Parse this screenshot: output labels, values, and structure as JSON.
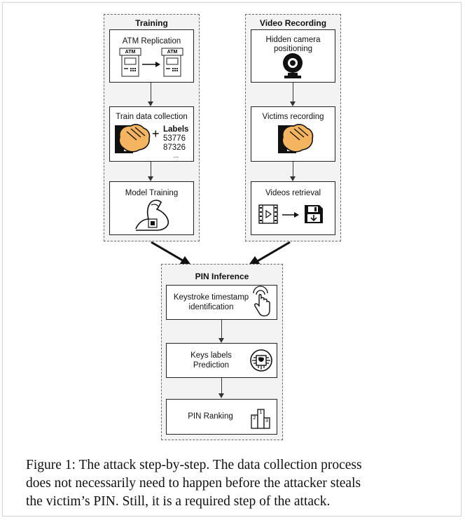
{
  "groups": {
    "training": {
      "title": "Training",
      "atm_replication": "ATM Replication",
      "atm_label_left": "ATM",
      "atm_label_right": "ATM",
      "train_data_collection": "Train data collection",
      "labels_heading": "Labels",
      "plus": "+",
      "label_values": [
        "53776",
        "87326",
        "..."
      ],
      "model_training": "Model Training"
    },
    "video_recording": {
      "title": "Video Recording",
      "hidden_camera_line1": "Hidden camera",
      "hidden_camera_line2": "positioning",
      "victims_recording": "Victims recording",
      "videos_retrieval": "Videos retrieval"
    },
    "pin_inference": {
      "title": "PIN Inference",
      "keystroke_line1": "Keystroke timestamp",
      "keystroke_line2": "identification",
      "keys_labels_line1": "Keys labels",
      "keys_labels_line2": "Prediction",
      "pin_ranking": "PIN Ranking",
      "podium_numbers": [
        "1",
        "2",
        "3"
      ]
    }
  },
  "caption": {
    "lines": [
      "Figure 1: The attack step-by-step. The data collection process",
      "does not necessarily need to happen before the attacker steals",
      "the victim’s PIN. Still, it is a required step of the attack."
    ]
  },
  "icons": {
    "atm": "atm-icon",
    "arrow": "right-arrow-icon",
    "hand": "hand-over-keypad-icon",
    "flexed_arm": "flexed-arm-chip-icon",
    "webcam": "webcam-icon",
    "video": "video-file-icon",
    "save": "floppy-save-icon",
    "touch": "touch-tap-icon",
    "brain_chip": "brain-chip-icon",
    "podium": "podium-icon"
  },
  "colors": {
    "group_background": "#f3f3f3",
    "hand_fill": "#f5b45f",
    "ink": "#111111"
  }
}
